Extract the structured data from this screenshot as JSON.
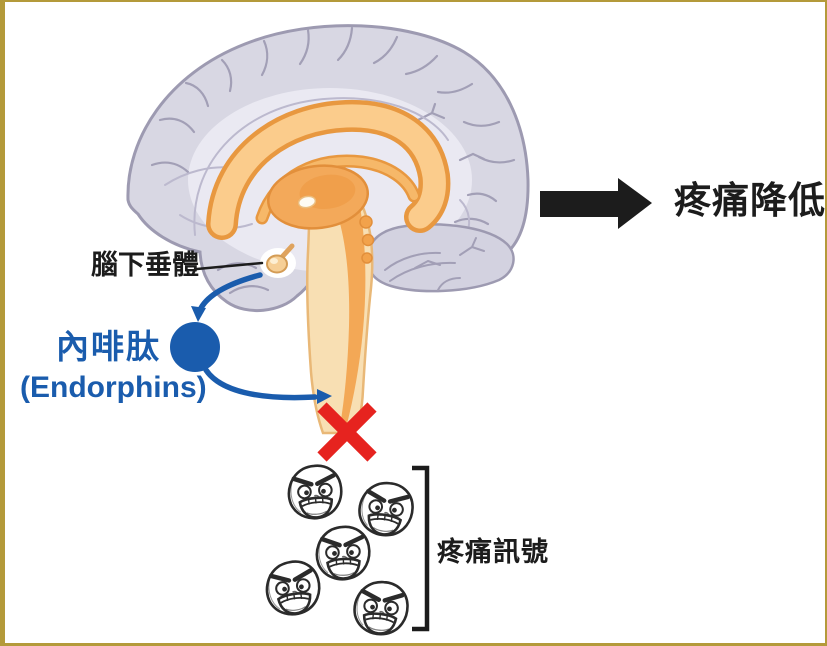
{
  "labels": {
    "pituitary": "腦下垂體",
    "endorphin_zh": "內啡肽",
    "endorphin_en": "(Endorphins)",
    "outcome": "疼痛降低",
    "pain_signals": "疼痛訊號"
  },
  "colors": {
    "background": "#ffffff",
    "frame_gold": "#b49a3a",
    "accent_blue": "#1a5cad",
    "cross_red": "#e6231f",
    "ink_black": "#1c1c1c",
    "brain_gray": "#d8d7e3",
    "brain_outline": "#9d9ab1",
    "brain_orange": "#f2a24b",
    "brainstem_cream": "#f8dfb3"
  },
  "figure": {
    "subject": "sagittal brain diagram: endorphins released by pituitary block pain signals",
    "pain_face_count": 5
  }
}
